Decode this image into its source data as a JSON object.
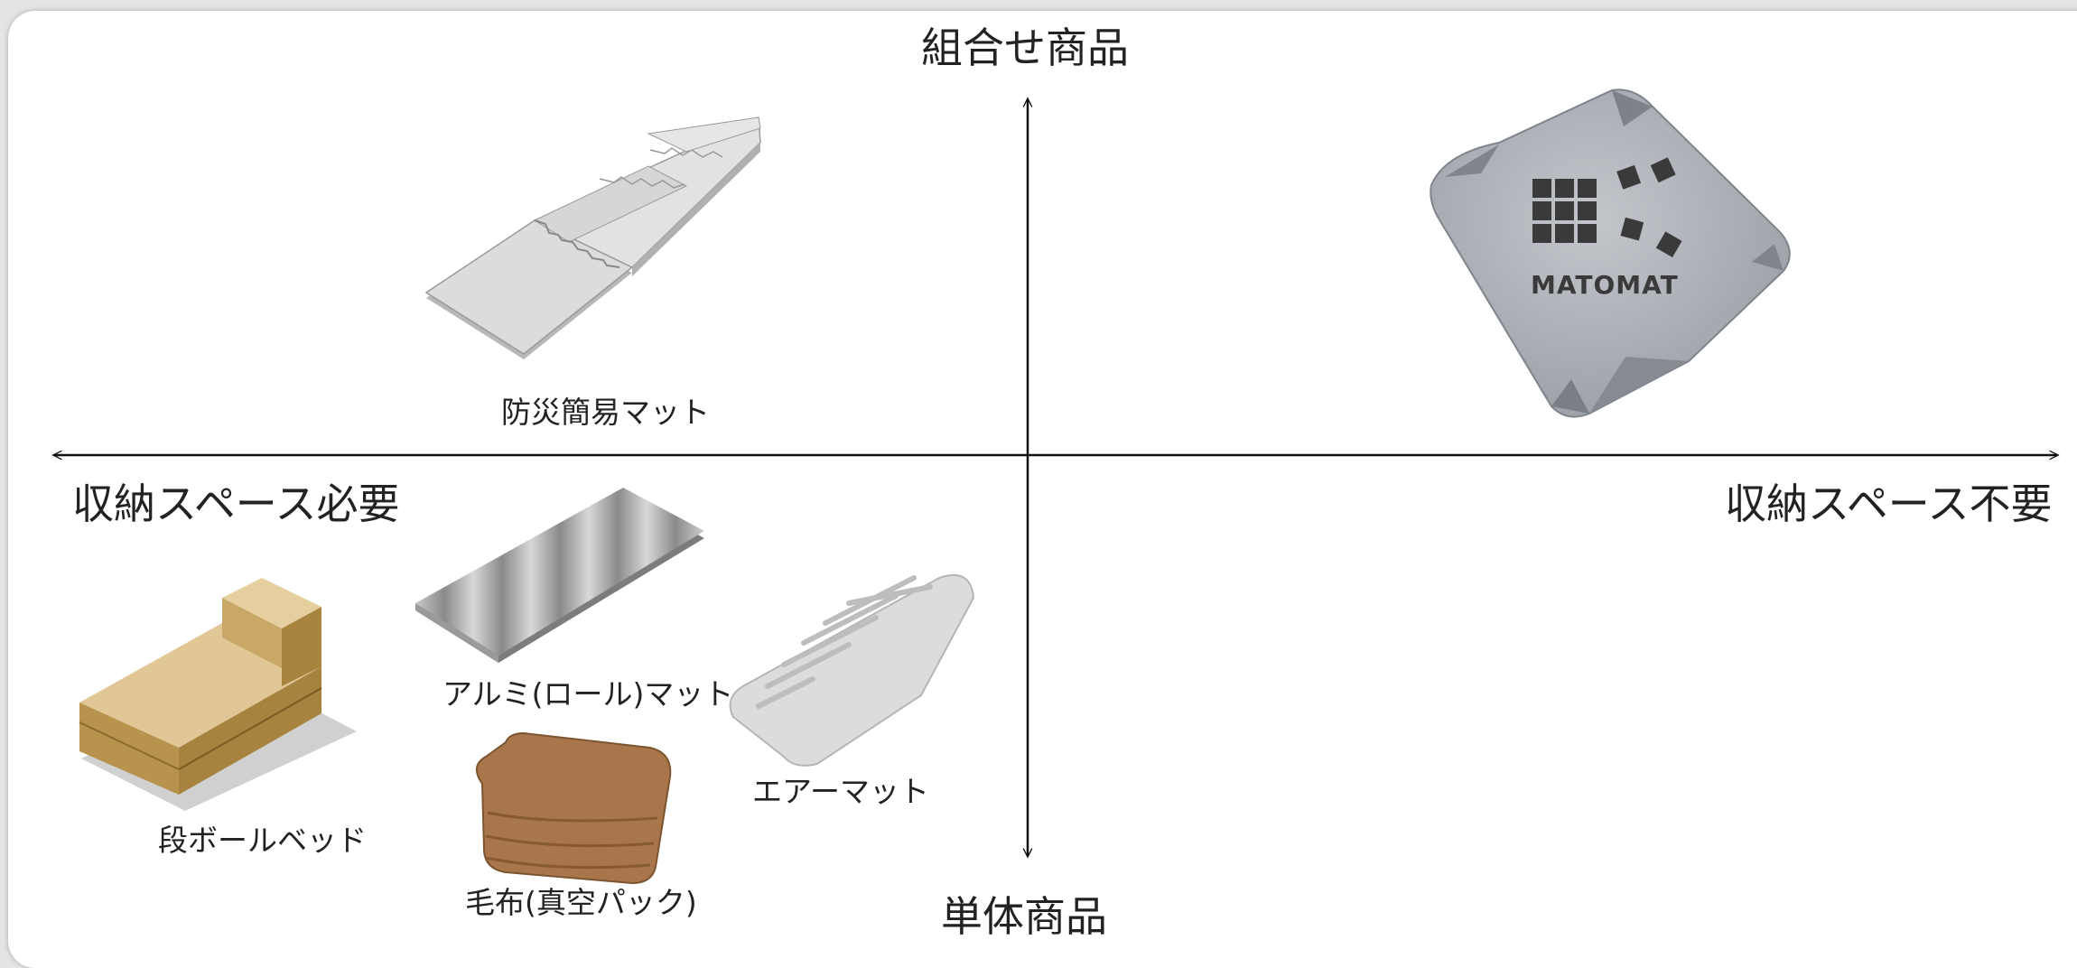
{
  "axes": {
    "top": "組合せ商品",
    "bottom": "単体商品",
    "left": "収納スペース必要",
    "right": "収納スペース不要"
  },
  "items": {
    "disaster_mat": "防災簡易マット",
    "aluminum_mat": "アルミ(ロール)マット",
    "cardboard_bed": "段ボールベッド",
    "air_mat": "エアーマット",
    "blanket": "毛布(真空パック)",
    "matomat_logo": "MATOMAT"
  },
  "colors": {
    "axis": "#111111",
    "text": "#222222",
    "matomat_cushion": "#aeb2b8",
    "cardboard": "#c8a36a",
    "blanket": "#a8764a"
  }
}
